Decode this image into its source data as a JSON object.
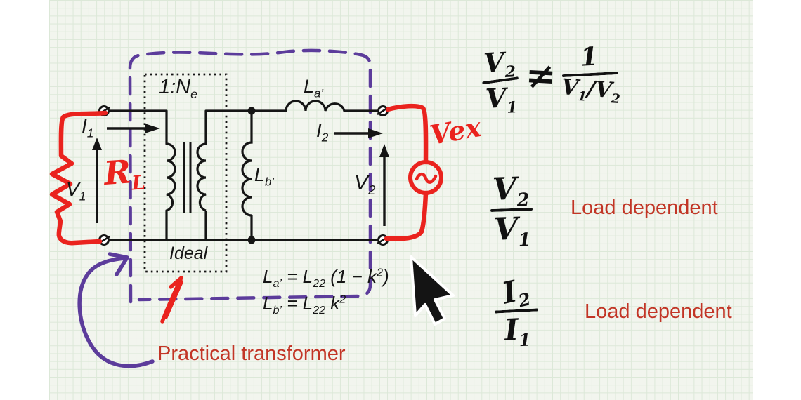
{
  "window": {
    "kind": "annotated lecture slide",
    "caption": "Practical transformer"
  },
  "colors": {
    "paper": "#f2f5ee",
    "grid": "#dce8d8",
    "ink": "#151515",
    "red_marker": "#ea231e",
    "red_text": "#c23526",
    "purple_marker": "#5c3c9b"
  },
  "icons": {
    "cursor": "mouse-cursor-icon",
    "source": "ac-source-icon",
    "terminals": "terminal-icon",
    "winding": "coil-icon"
  },
  "circuit": {
    "labels": {
      "ratio": {
        "t": "1:N",
        "s": "e"
      },
      "i1": {
        "t": "I",
        "s": "1"
      },
      "v1": {
        "t": "V",
        "s": "1"
      },
      "i2": {
        "t": "I",
        "s": "2"
      },
      "v2": {
        "t": "V",
        "s": "2"
      },
      "la": {
        "t": "L",
        "s": "a’"
      },
      "lb": {
        "t": "L",
        "s": "b’"
      },
      "ideal": "Ideal",
      "rl": {
        "t": "R",
        "s": "L"
      },
      "vex": "Vex"
    },
    "equations": {
      "la": {
        "p1": "L",
        "s1": "a’",
        "p2": " = L",
        "s2": "22",
        "p3": " (1 − k",
        "sup": "2",
        "p4": ")"
      },
      "lb": {
        "p1": "L",
        "s1": "b’",
        "p2": " = L",
        "s2": "22",
        "p3": " k",
        "sup": "2"
      }
    },
    "caption": "Practical transformer"
  },
  "notes": {
    "ineq": {
      "f1": {
        "num_t": "V",
        "num_s": "2",
        "den_t": "V",
        "den_s": "1"
      },
      "sign": "≠",
      "f2": {
        "num": "1",
        "den_p1": "V",
        "den_s1": "1",
        "den_p2": "/V",
        "den_s2": "2"
      }
    },
    "vratio": {
      "num_t": "V",
      "num_s": "2",
      "den_t": "V",
      "den_s": "1",
      "note": "Load dependent"
    },
    "iratio": {
      "num_t": "I",
      "num_s": "2",
      "den_t": "I",
      "den_s": "1",
      "note": "Load dependent"
    }
  }
}
